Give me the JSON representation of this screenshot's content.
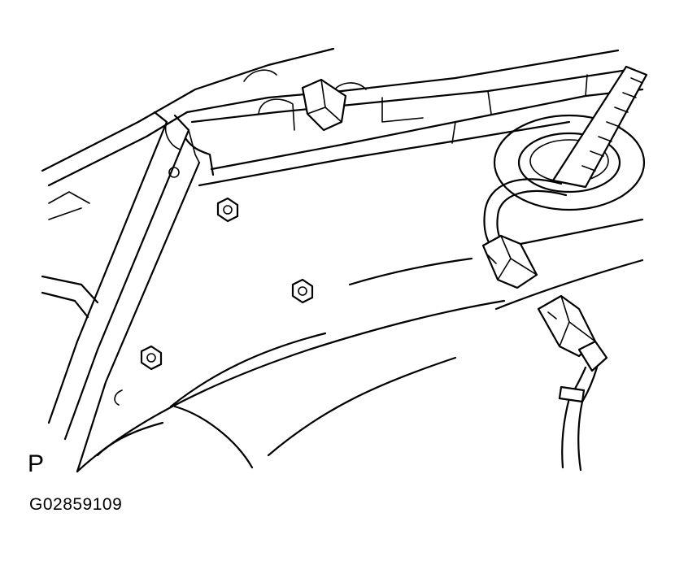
{
  "figure": {
    "view_label": "P",
    "figure_id": "G02859109"
  },
  "colors": {
    "line": "#000000",
    "background": "#ffffff"
  },
  "components": [
    "body-panel",
    "reinforcement-pillar",
    "weld-nut",
    "wire-harness",
    "harness-clamp",
    "grommet",
    "sensor-connector-female",
    "sensor-connector-male",
    "sensor-cable"
  ]
}
